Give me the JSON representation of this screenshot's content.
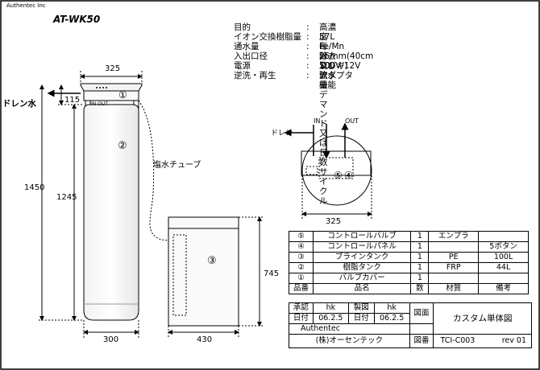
{
  "header": {
    "company": "Authentec Inc",
    "model": "AT-WK50"
  },
  "specs": [
    {
      "label": "目的",
      "colon": ":",
      "value": "高濃度Fe/Mn除去及び軟水機能"
    },
    {
      "label": "イオン交換樹脂量",
      "colon": ":",
      "value": "57L"
    },
    {
      "label": "通水量",
      "colon": ":",
      "value": "毎分50L"
    },
    {
      "label": "入出口径",
      "colon": ":",
      "value": "25mm(40cmフレキ)"
    },
    {
      "label": "電源",
      "colon": ":",
      "value": "100V/12Vアダプター"
    },
    {
      "label": "逆洗・再生",
      "colon": ":",
      "value": "流量デマンド又は日数サイクル"
    }
  ],
  "diagram": {
    "dims": {
      "valve_width": "325",
      "valve_height": "115",
      "total_height": "1450",
      "tank_height": "1245",
      "tank_width": "300",
      "brine_width": "430",
      "brine_height": "745",
      "top_view_width": "325"
    },
    "labels": {
      "drain": "ドレン水",
      "inout": "IN OUT",
      "brine_tube": "塩水チューブ",
      "top_drain": "ドレン",
      "top_in": "IN",
      "top_out": "OUT"
    },
    "markers": {
      "m1": "①",
      "m2": "②",
      "m3": "③",
      "m4": "④",
      "m5": "⑤"
    }
  },
  "parts": {
    "rows": [
      {
        "no": "⑤",
        "name": "コントロールバルブ",
        "qty": "1",
        "material": "エンプラ",
        "note": ""
      },
      {
        "no": "④",
        "name": "コントロールパネル",
        "qty": "1",
        "material": "",
        "note": "5ボタン"
      },
      {
        "no": "③",
        "name": "ブラインタンク",
        "qty": "1",
        "material": "PE",
        "note": "100L"
      },
      {
        "no": "②",
        "name": "樹脂タンク",
        "qty": "1",
        "material": "FRP",
        "note": "44L"
      },
      {
        "no": "①",
        "name": "バルブカバー",
        "qty": "1",
        "material": "",
        "note": ""
      }
    ],
    "header": {
      "no": "品番",
      "name": "品名",
      "qty": "数",
      "material": "材質",
      "note": "備考"
    }
  },
  "title_block": {
    "approve": "承認",
    "approve_by": "hk",
    "drawn": "製図",
    "drawn_by": "hk",
    "date_label": "日付",
    "date1": "06.2.5",
    "date2": "06.2.5",
    "drawing_label": "図面",
    "drawing_title": "カスタム単体図",
    "company_en": "Authentec",
    "company_jp": "(株)オーセンテック",
    "number_label": "図番",
    "number": "TCI-C003",
    "rev": "rev 01"
  }
}
